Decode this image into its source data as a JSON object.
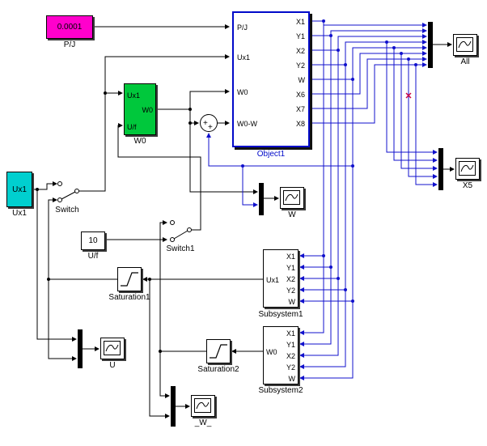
{
  "blocks": {
    "pj": {
      "value": "0.0001",
      "label": "P/J"
    },
    "w0gen": {
      "label": "W0",
      "port_in1": "Ux1",
      "port_out": "W0",
      "port_in2": "U/f"
    },
    "ux1": {
      "value": "Ux1",
      "label": "Ux1"
    },
    "switch": {
      "label": "Switch"
    },
    "uf": {
      "value": "10",
      "label": "U/f"
    },
    "switch1": {
      "label": "Switch1"
    },
    "sat1": {
      "label": "Saturation1"
    },
    "sat2": {
      "label": "Saturation2"
    },
    "sum": {
      "sign1": "+",
      "sign2": "+"
    },
    "object1": {
      "label": "Object1",
      "inputs": [
        "P/J",
        "Ux1",
        "W0",
        "W0-W"
      ],
      "outputs": [
        "X1",
        "Y1",
        "X2",
        "Y2",
        "W",
        "X6",
        "X7",
        "X8"
      ]
    },
    "sub1": {
      "label": "Subsystem1",
      "out_port": "Ux1",
      "inputs": [
        "X1",
        "Y1",
        "X2",
        "Y2",
        "W"
      ]
    },
    "sub2": {
      "label": "Subsystem2",
      "out_port": "W0",
      "inputs": [
        "X1",
        "Y1",
        "X2",
        "Y2",
        "W"
      ]
    }
  },
  "scopes": {
    "all": {
      "label": "All"
    },
    "x5": {
      "label": "X5"
    },
    "w": {
      "label": "W"
    },
    "u": {
      "label": "U"
    },
    "w_": {
      "label": "_W_"
    }
  },
  "colors": {
    "wire_blue": "#1010cc",
    "wire_black": "#000000",
    "constant_magenta": "#ff00cc",
    "generator_green": "#00c83c",
    "constant_cyan": "#00cfcf",
    "object_border": "#0009c9",
    "marker_red": "#cc0044"
  }
}
